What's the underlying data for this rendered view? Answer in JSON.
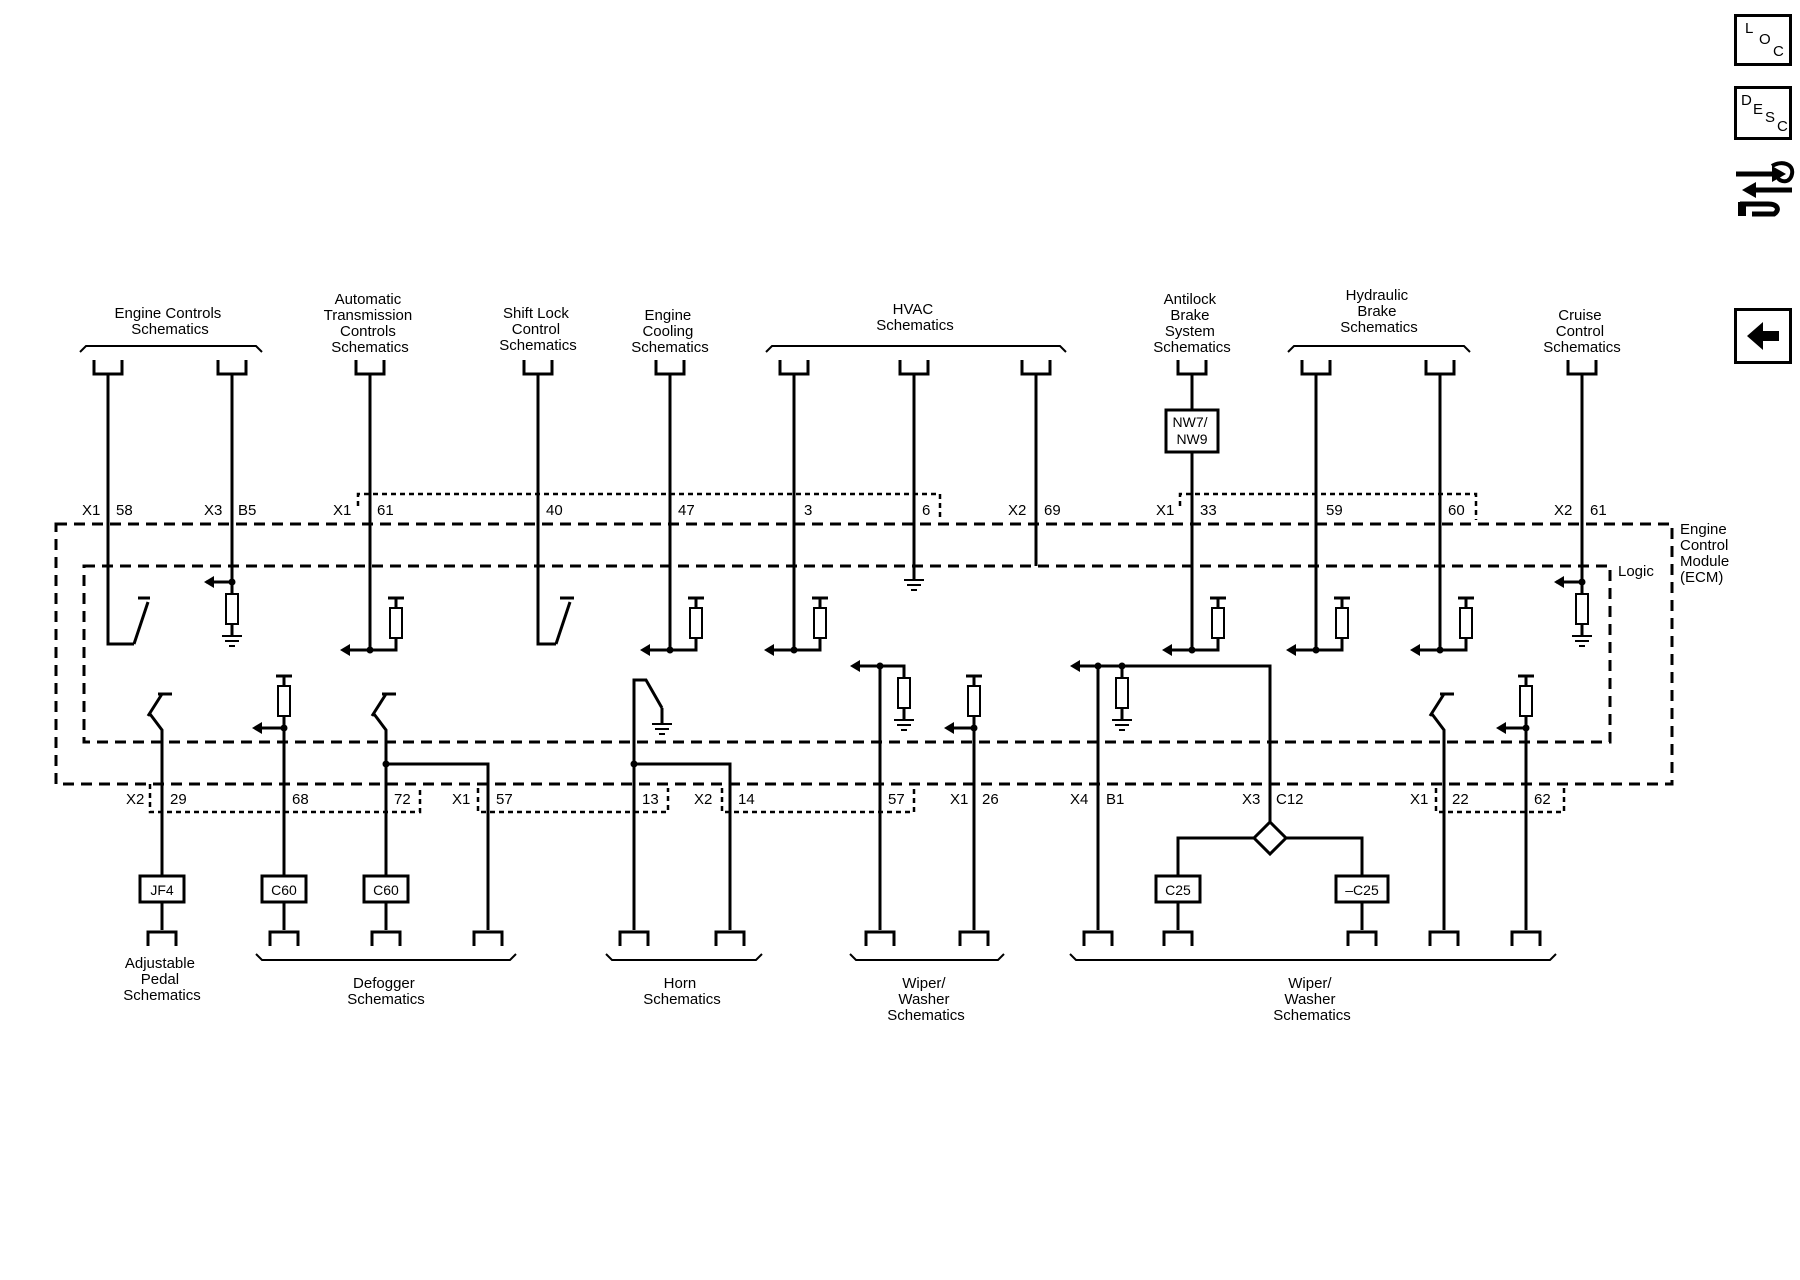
{
  "top_labels": [
    {
      "id": "engine-controls",
      "lines": [
        "Engine Controls",
        "Schematics"
      ]
    },
    {
      "id": "auto-trans",
      "lines": [
        "Automatic",
        "Transmission",
        "Controls",
        "Schematics"
      ]
    },
    {
      "id": "shift-lock",
      "lines": [
        "Shift Lock",
        "Control",
        "Schematics"
      ]
    },
    {
      "id": "engine-cooling",
      "lines": [
        "Engine",
        "Cooling",
        "Schematics"
      ]
    },
    {
      "id": "hvac",
      "lines": [
        "HVAC",
        "Schematics"
      ]
    },
    {
      "id": "abs",
      "lines": [
        "Antilock",
        "Brake",
        "System",
        "Schematics"
      ]
    },
    {
      "id": "hydraulic-brake",
      "lines": [
        "Hydraulic",
        "Brake",
        "Schematics"
      ]
    },
    {
      "id": "cruise",
      "lines": [
        "Cruise",
        "Control",
        "Schematics"
      ]
    }
  ],
  "bottom_labels": [
    {
      "id": "adjustable-pedal",
      "lines": [
        "Adjustable",
        "Pedal",
        "Schematics"
      ]
    },
    {
      "id": "defogger",
      "lines": [
        "Defogger",
        "Schematics"
      ]
    },
    {
      "id": "horn",
      "lines": [
        "Horn",
        "Schematics"
      ]
    },
    {
      "id": "wiper-1",
      "lines": [
        "Wiper/",
        "Washer",
        "Schematics"
      ]
    },
    {
      "id": "wiper-2",
      "lines": [
        "Wiper/",
        "Washer",
        "Schematics"
      ]
    }
  ],
  "module_label": [
    "Engine",
    "Control",
    "Module",
    "(ECM)"
  ],
  "logic_label": "Logic",
  "top_pins": [
    {
      "conn": "X1",
      "pin": "58"
    },
    {
      "conn": "X3",
      "pin": "B5"
    },
    {
      "conn": "X1",
      "pin": "61"
    },
    {
      "conn": "",
      "pin": "40"
    },
    {
      "conn": "",
      "pin": "47"
    },
    {
      "conn": "",
      "pin": "3"
    },
    {
      "conn": "",
      "pin": "6"
    },
    {
      "conn": "X2",
      "pin": "69"
    },
    {
      "conn": "X1",
      "pin": "33"
    },
    {
      "conn": "",
      "pin": "59"
    },
    {
      "conn": "",
      "pin": "60"
    },
    {
      "conn": "X2",
      "pin": "61"
    }
  ],
  "bottom_pins": [
    {
      "conn": "X2",
      "pin": "29"
    },
    {
      "conn": "",
      "pin": "68"
    },
    {
      "conn": "",
      "pin": "72"
    },
    {
      "conn": "X1",
      "pin": "57"
    },
    {
      "conn": "",
      "pin": "13"
    },
    {
      "conn": "X2",
      "pin": "14"
    },
    {
      "conn": "",
      "pin": "57"
    },
    {
      "conn": "X1",
      "pin": "26"
    },
    {
      "conn": "X4",
      "pin": "B1"
    },
    {
      "conn": "X3",
      "pin": "C12"
    },
    {
      "conn": "X1",
      "pin": "22"
    },
    {
      "conn": "",
      "pin": "62"
    }
  ],
  "option_boxes": [
    "NW7/\nNW9",
    "JF4",
    "C60",
    "C60",
    "C25",
    "–C25"
  ],
  "side_icons": {
    "loc": [
      "L",
      "O",
      "C"
    ],
    "desc": [
      "D",
      "E",
      "S",
      "C"
    ],
    "swap_icon": "component-swap-icon",
    "back_icon": "back-arrow-icon"
  }
}
